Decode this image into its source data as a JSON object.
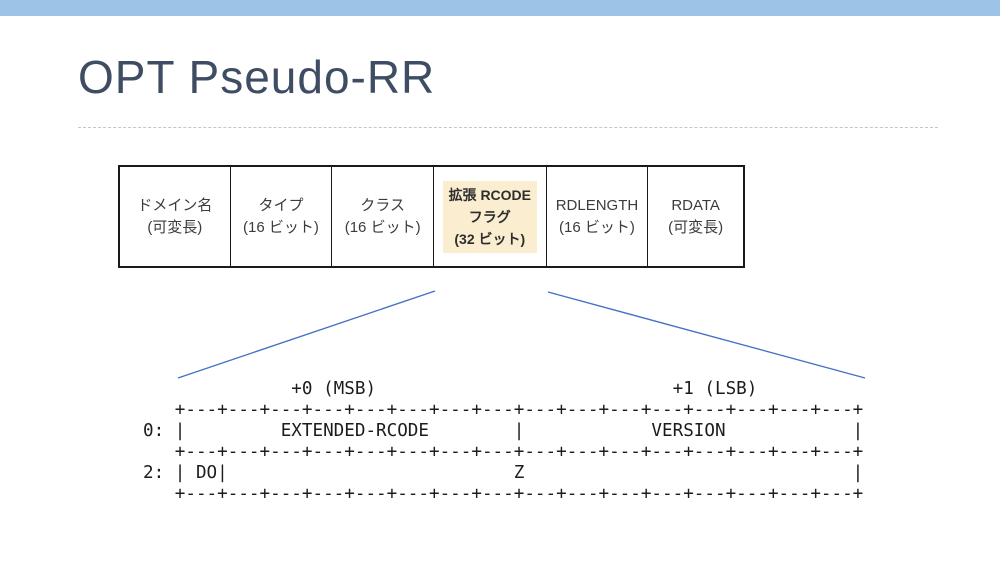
{
  "slide": {
    "title": "OPT Pseudo-RR"
  },
  "rr_table": {
    "cells": [
      {
        "lines": [
          "ドメイン名",
          "(可変長)"
        ],
        "highlighted": false
      },
      {
        "lines": [
          "タイプ",
          "(16 ビット)"
        ],
        "highlighted": false
      },
      {
        "lines": [
          "クラス",
          "(16 ビット)"
        ],
        "highlighted": false
      },
      {
        "lines": [
          "拡張 RCODE",
          "フラグ",
          "(32 ビット)"
        ],
        "highlighted": true
      },
      {
        "lines": [
          "RDLENGTH",
          "(16 ビット)"
        ],
        "highlighted": false
      },
      {
        "lines": [
          "RDATA",
          "(可変長)"
        ],
        "highlighted": false
      }
    ]
  },
  "ascii_diagram": {
    "header_left": "+0 (MSB)",
    "header_right": "+1 (LSB)",
    "row_labels": [
      "0:",
      "2:"
    ],
    "fields": [
      "EXTENDED-RCODE",
      "VERSION",
      "DO",
      "Z"
    ],
    "lines": [
      "              +0 (MSB)                            +1 (LSB)",
      "   +---+---+---+---+---+---+---+---+---+---+---+---+---+---+---+---+",
      "0: |         EXTENDED-RCODE        |            VERSION            |",
      "   +---+---+---+---+---+---+---+---+---+---+---+---+---+---+---+---+",
      "2: | DO|                           Z                               |",
      "   +---+---+---+---+---+---+---+---+---+---+---+---+---+---+---+---+"
    ]
  },
  "colors": {
    "accent-bar": "#9DC3E6",
    "title": "#3E4D63",
    "divider": "#C6C6C6",
    "table-border": "#1A1A1A",
    "cell-text": "#3C3C3C",
    "highlight-bg": "#FBEED0",
    "connector": "#4472C4",
    "ascii-text": "#1C1C1C"
  }
}
